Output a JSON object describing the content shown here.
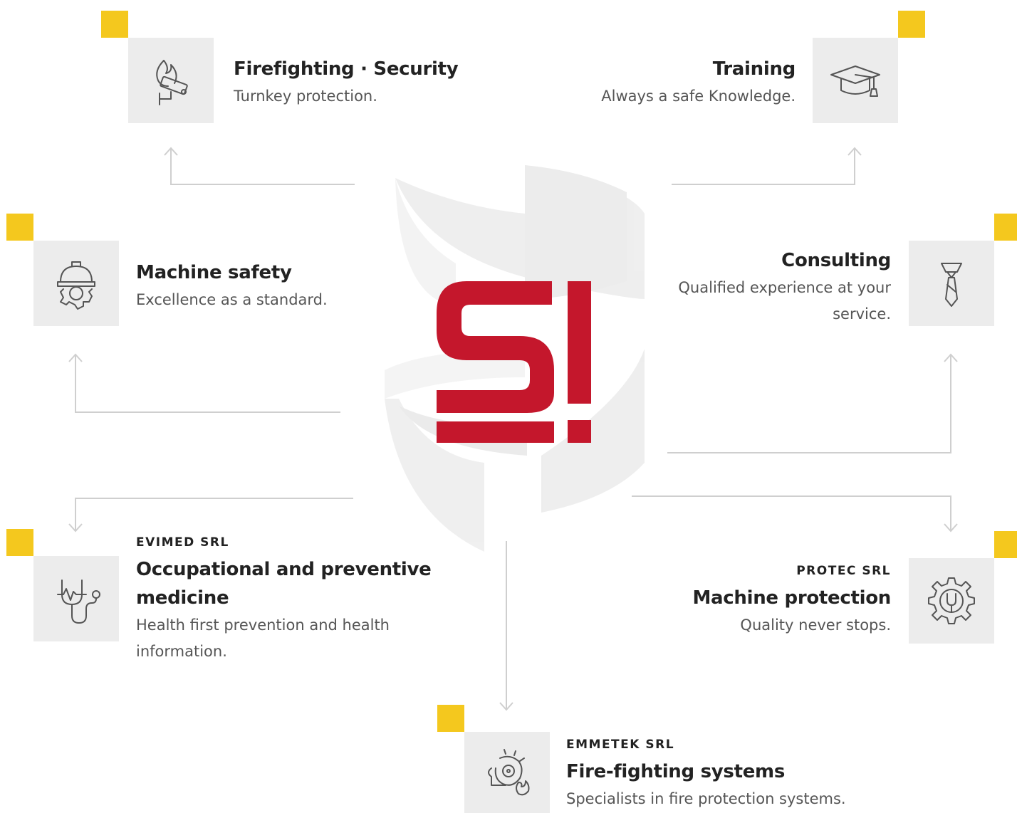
{
  "services": {
    "firefighting_security": {
      "title": "Firefighting · Security",
      "desc": "Turnkey protection.",
      "icon": "fire-camera-icon"
    },
    "training": {
      "title": "Training",
      "desc": "Always a safe Knowledge.",
      "icon": "graduation-cap-icon"
    },
    "machine_safety": {
      "title": "Machine safety",
      "desc": "Excellence as a standard.",
      "icon": "helmet-gear-icon"
    },
    "consulting": {
      "title": "Consulting",
      "desc": "Qualified experience at your service.",
      "icon": "necktie-icon"
    },
    "evimed": {
      "company": "EVIMED SRL",
      "title": "Occupational and preventive medicine",
      "desc": "Health first prevention and health information.",
      "icon": "stethoscope-icon"
    },
    "protec": {
      "company": "PROTEC SRL",
      "title": "Machine protection",
      "desc": "Quality never stops.",
      "icon": "gear-wrench-icon"
    },
    "emmetek": {
      "company": "EMMETEK SRL",
      "title": "Fire-fighting systems",
      "desc": "Specialists in fire protection systems.",
      "icon": "fire-alarm-icon"
    }
  },
  "logo": {
    "text": "S!",
    "color": "#c4172c"
  },
  "colors": {
    "accent": "#f4c81e",
    "tile": "#ececec",
    "connector": "#cfcfcf"
  }
}
